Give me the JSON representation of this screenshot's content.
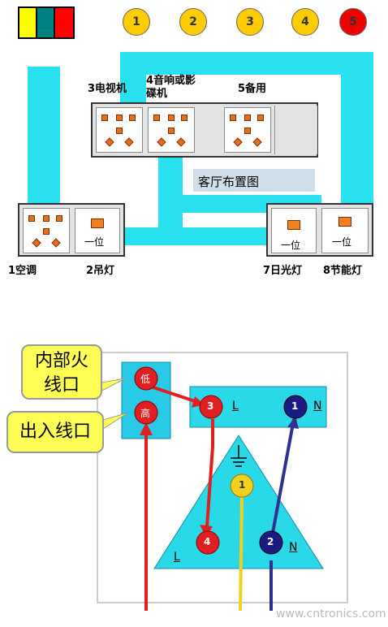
{
  "legend": {
    "swatches": [
      {
        "color": "#ffff00"
      },
      {
        "color": "#008080"
      },
      {
        "color": "#ff0000"
      }
    ],
    "numbers": [
      {
        "label": "1",
        "color": "#ffcc00"
      },
      {
        "label": "2",
        "color": "#ffcc00"
      },
      {
        "label": "3",
        "color": "#ffcc00"
      },
      {
        "label": "4",
        "color": "#ffcc00"
      },
      {
        "label": "5",
        "color": "#ee0000"
      }
    ]
  },
  "layout": {
    "title": "客厅布置图",
    "tv_label": "3电视机",
    "audio_label": "4音响或影\n碟机",
    "spare_label": "5备用",
    "ac_label": "1空调",
    "chandelier_label": "2吊灯",
    "fluorescent_label": "7日光灯",
    "energy_label": "8节能灯",
    "switch_text": "一位"
  },
  "wiring": {
    "callout_top": "内部火\n线口",
    "callout_bottom": "出入线口",
    "port_low": "低",
    "port_high": "高",
    "terminals": [
      {
        "label": "3",
        "color": "#e02020",
        "letter": "L"
      },
      {
        "label": "1",
        "color": "#1a1a80",
        "letter": "N"
      },
      {
        "label": "1",
        "color": "#f0d020"
      },
      {
        "label": "4",
        "color": "#e02020",
        "letter": "L"
      },
      {
        "label": "2",
        "color": "#1a1a80",
        "letter": "N"
      }
    ],
    "ground_symbol": "⏚",
    "wire_colors": {
      "live": "#e02020",
      "neutral": "#303090",
      "earth": "#f0d020"
    }
  },
  "watermark": "www.cntronics.com"
}
